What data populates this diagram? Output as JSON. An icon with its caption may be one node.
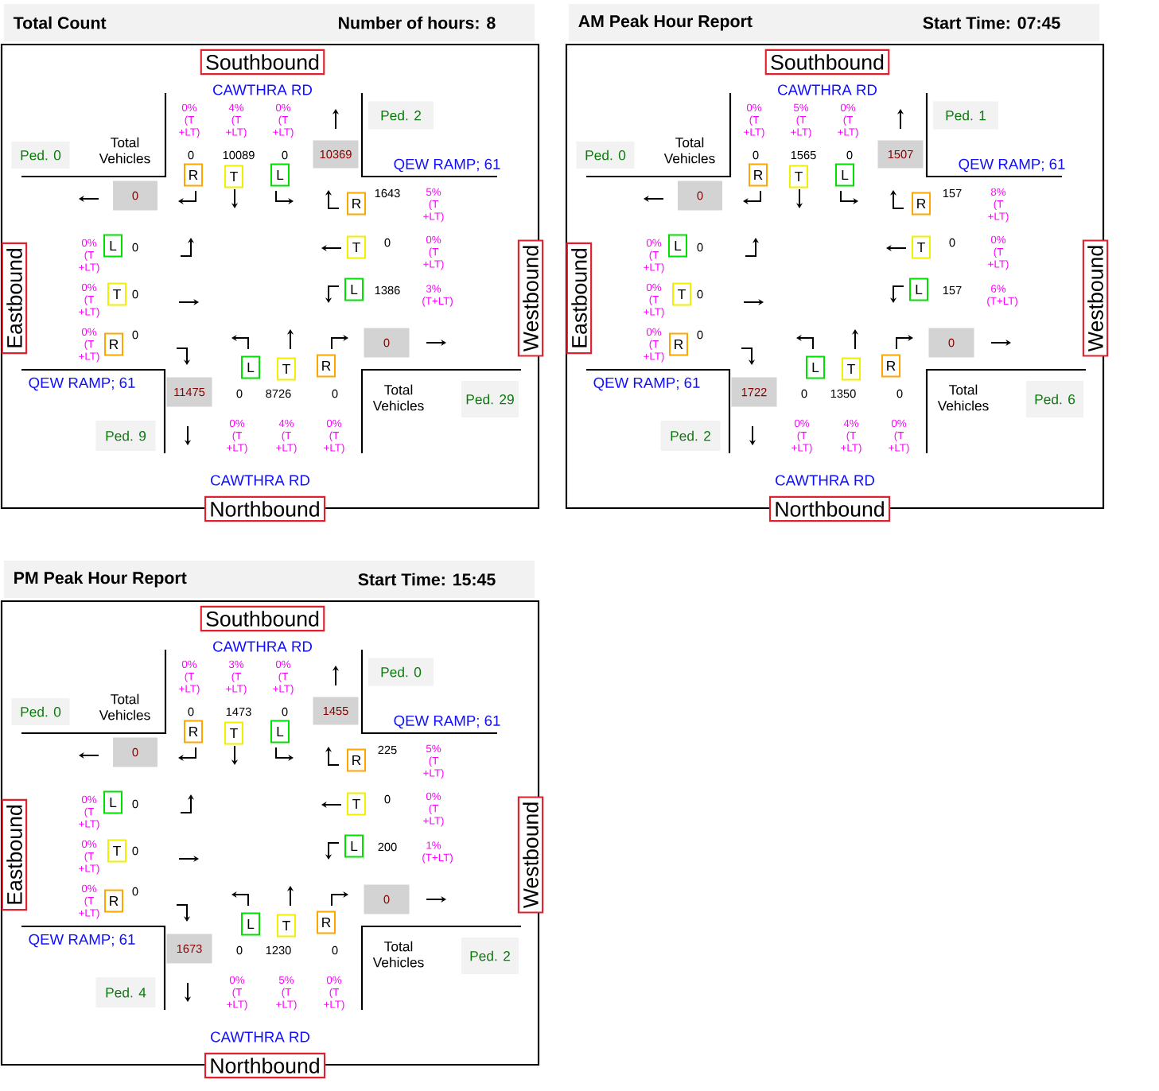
{
  "diagram": {
    "nodes": [
      {
        "text": [
          "Total Count",
          "Number of hours: 8"
        ]
      },
      {
        "text": [
          "Southbound"
        ]
      },
      {
        "text": [
          "Ped. 0"
        ]
      },
      {
        "text": [
          "Ped. 2"
        ]
      },
      {
        "text": [
          "10369"
        ]
      },
      {
        "text": [
          "0"
        ]
      },
      {
        "text": [
          "R"
        ]
      },
      {
        "text": [
          "T"
        ]
      },
      {
        "text": [
          "L"
        ]
      },
      {
        "text": [
          "R"
        ]
      },
      {
        "text": [
          "T"
        ]
      },
      {
        "text": [
          "L"
        ]
      },
      {
        "text": [
          "L"
        ]
      },
      {
        "text": [
          "T"
        ]
      },
      {
        "text": [
          "R"
        ]
      },
      {
        "text": [
          "0"
        ]
      },
      {
        "text": [
          "L"
        ]
      },
      {
        "text": [
          "T"
        ]
      },
      {
        "text": [
          "R"
        ]
      },
      {
        "text": [
          "11475"
        ]
      },
      {
        "text": [
          "Ped. 9"
        ]
      },
      {
        "text": [
          "Ped. 29"
        ]
      },
      {
        "text": [
          "Eastbound"
        ]
      },
      {
        "text": [
          "Westbound"
        ]
      },
      {
        "text": [
          "Northbound"
        ]
      },
      {
        "text": [
          "AM Peak Hour Report",
          "Start Time: 07:45"
        ]
      },
      {
        "text": [
          "Southbound"
        ]
      },
      {
        "text": [
          "Ped. 0"
        ]
      },
      {
        "text": [
          "Ped. 1"
        ]
      },
      {
        "text": [
          "1507"
        ]
      },
      {
        "text": [
          "0"
        ]
      },
      {
        "text": [
          "R"
        ]
      },
      {
        "text": [
          "T"
        ]
      },
      {
        "text": [
          "L"
        ]
      },
      {
        "text": [
          "R"
        ]
      },
      {
        "text": [
          "T"
        ]
      },
      {
        "text": [
          "L"
        ]
      },
      {
        "text": [
          "L"
        ]
      },
      {
        "text": [
          "T"
        ]
      },
      {
        "text": [
          "R"
        ]
      },
      {
        "text": [
          "0"
        ]
      },
      {
        "text": [
          "L"
        ]
      },
      {
        "text": [
          "T"
        ]
      },
      {
        "text": [
          "R"
        ]
      },
      {
        "text": [
          "1722"
        ]
      },
      {
        "text": [
          "Ped. 2"
        ]
      },
      {
        "text": [
          "Ped. 6"
        ]
      },
      {
        "text": [
          "Eastbound"
        ]
      },
      {
        "text": [
          "Westbound"
        ]
      },
      {
        "text": [
          "Northbound"
        ]
      },
      {
        "text": [
          "PM Peak Hour Report",
          "Start Time: 15:45"
        ]
      },
      {
        "text": [
          "Southbound"
        ]
      },
      {
        "text": [
          "Ped. 0"
        ]
      },
      {
        "text": [
          "Ped. 0"
        ]
      },
      {
        "text": [
          "1455"
        ]
      },
      {
        "text": [
          "0"
        ]
      },
      {
        "text": [
          "R"
        ]
      },
      {
        "text": [
          "T"
        ]
      },
      {
        "text": [
          "L"
        ]
      },
      {
        "text": [
          "R"
        ]
      },
      {
        "text": [
          "T"
        ]
      },
      {
        "text": [
          "L"
        ]
      },
      {
        "text": [
          "L"
        ]
      },
      {
        "text": [
          "T"
        ]
      },
      {
        "text": [
          "R"
        ]
      },
      {
        "text": [
          "0"
        ]
      },
      {
        "text": [
          "L"
        ]
      },
      {
        "text": [
          "T"
        ]
      },
      {
        "text": [
          "R"
        ]
      },
      {
        "text": [
          "1673"
        ]
      },
      {
        "text": [
          "Ped. 4"
        ]
      },
      {
        "text": [
          "Ped. 2"
        ]
      },
      {
        "text": [
          "Eastbound"
        ]
      },
      {
        "text": [
          "Westbound"
        ]
      },
      {
        "text": [
          "Northbound"
        ]
      }
    ],
    "labels": [
      "CAWTHRA RD",
      "Total Vehicles",
      "0% (T +LT)",
      "4% (T +LT)",
      "0% (T +LT)",
      "0",
      "10089",
      "0",
      "QEW RAMP; 61",
      "1643",
      "5% (T +LT)",
      "0",
      "0% (T +LT)",
      "1386",
      "3% (T+LT)",
      "0% (T +LT)",
      "0",
      "0% (T +LT)",
      "0",
      "0% (T +LT)",
      "0",
      "QEW RAMP; 61",
      "0",
      "8726",
      "0",
      "Total Vehicles",
      "0% (T +LT)",
      "4% (T +LT)",
      "0% (T +LT)",
      "CAWTHRA RD",
      "CAWTHRA RD",
      "Total Vehicles",
      "0% (T +LT)",
      "5% (T +LT)",
      "0% (T +LT)",
      "0",
      "1565",
      "0",
      "QEW RAMP; 61",
      "157",
      "8% (T +LT)",
      "0",
      "0% (T +LT)",
      "157",
      "6% (T+LT)",
      "0% (T +LT)",
      "0",
      "0% (T +LT)",
      "0",
      "0% (T +LT)",
      "0",
      "QEW RAMP; 61",
      "0",
      "1350",
      "0",
      "Total Vehicles",
      "0% (T +LT)",
      "4% (T +LT)",
      "0% (T +LT)",
      "CAWTHRA RD",
      "CAWTHRA RD",
      "Total Vehicles",
      "0% (T +LT)",
      "3% (T +LT)",
      "0% (T +LT)",
      "0",
      "1473",
      "0",
      "QEW RAMP; 61",
      "225",
      "5% (T +LT)",
      "0",
      "0% (T +LT)",
      "200",
      "1% (T+LT)",
      "0% (T +LT)",
      "0",
      "0% (T +LT)",
      "0",
      "0% (T +LT)",
      "0",
      "QEW RAMP; 61",
      "0",
      "1230",
      "0",
      "Total Vehicles",
      "0% (T +LT)",
      "5% (T +LT)",
      "0% (T +LT)",
      "CAWTHRA RD"
    ]
  }
}
